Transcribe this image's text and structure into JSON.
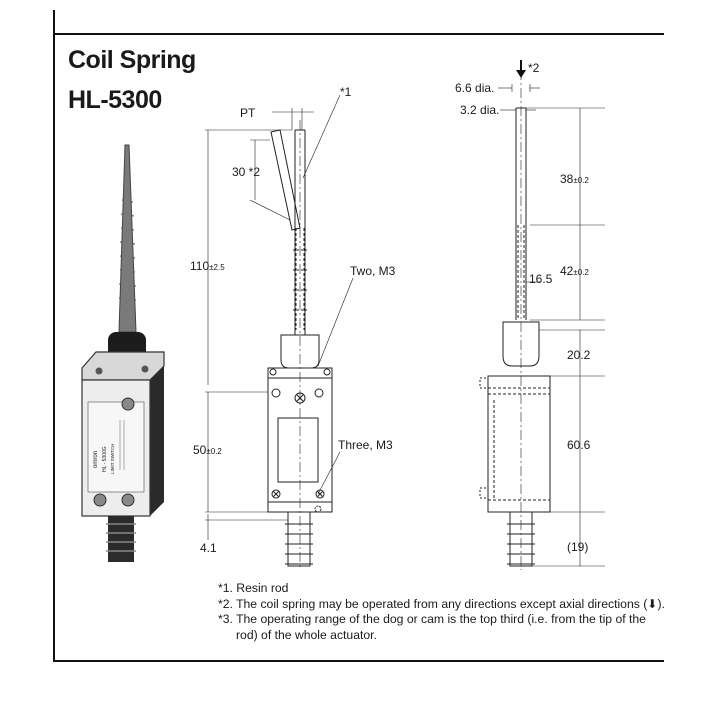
{
  "title": {
    "line1": "Coil Spring",
    "line2": "HL-5300"
  },
  "product_labels": {
    "brand": "omron",
    "model": "HL - 5300G",
    "type": "LIMIT SWITCH"
  },
  "front_view": {
    "pt": "PT",
    "star1": "*1",
    "angle": "30 *2",
    "overall_main": "110",
    "overall_tol": "±2.5",
    "two_m3": "Two, M3",
    "body_main": "50",
    "body_tol": "±0.2",
    "three_m3": "Three, M3",
    "bottom_offset": "4.1"
  },
  "side_view": {
    "dia_outer": "6.6 dia.",
    "dia_inner": "3.2 dia.",
    "arrow_note": "*2",
    "rod_top_main": "38",
    "rod_top_tol": "±0.2",
    "rod_mid_main": "42",
    "rod_mid_tol": "±0.2",
    "rod_offset": "16.5",
    "cap": "20.2",
    "body": "60.6",
    "bottom": "(19)"
  },
  "notes": [
    "*1. Resin rod",
    "*2. The coil spring may be operated from any directions except axial directions (⬇).",
    "*3. The operating range of the dog or cam is the top third (i.e. from the tip of the",
    "rod) of the whole actuator."
  ]
}
